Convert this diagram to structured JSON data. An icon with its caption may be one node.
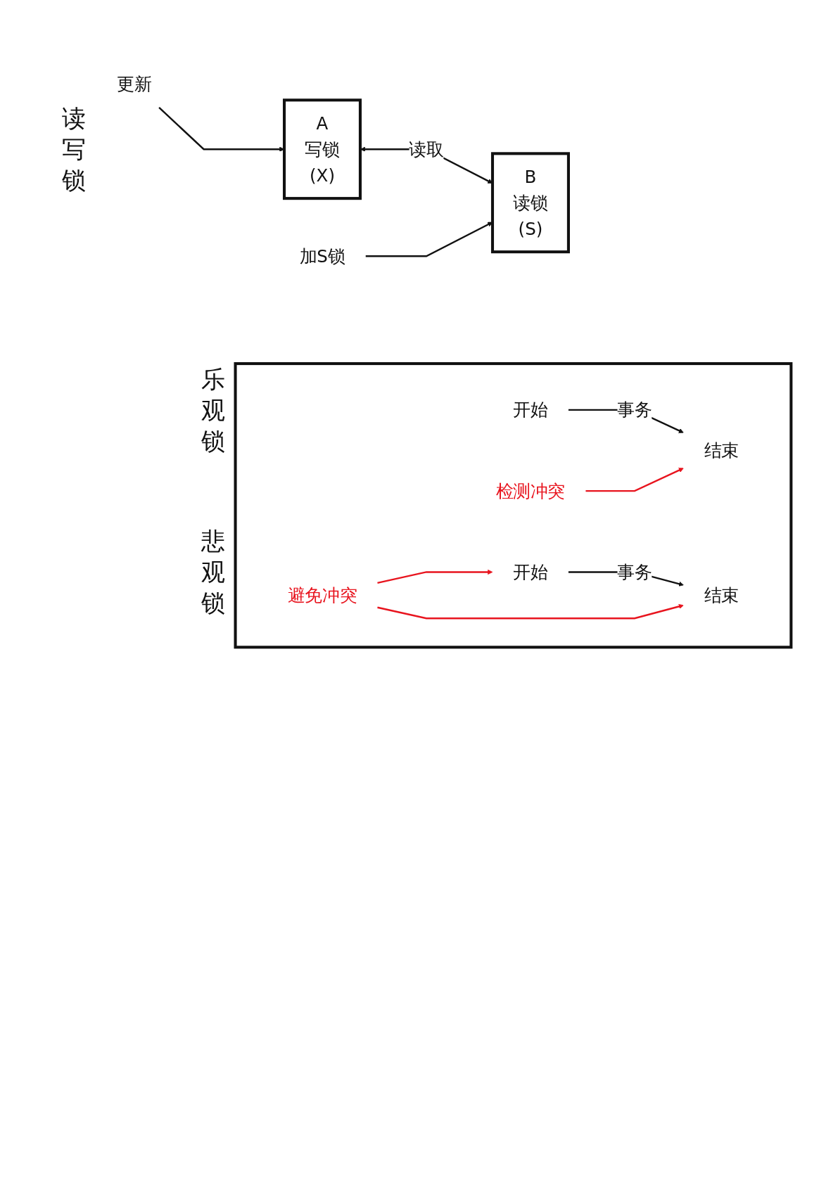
{
  "diagram": {
    "nodes": [
      {
        "text": [
          "A",
          "写锁",
          "(X)"
        ]
      },
      {
        "text": [
          "更新"
        ]
      },
      {
        "text": [
          "B",
          "读锁",
          "(S)"
        ]
      },
      {
        "text": [
          "加S锁"
        ]
      },
      {
        "text": [],
        "shape": "box"
      },
      {
        "text": [
          "检测冲突"
        ],
        "in": 4
      },
      {
        "text": [
          "开始"
        ],
        "in": 4
      },
      {
        "text": [
          "结束"
        ],
        "in": 4
      },
      {
        "text": [
          "避免冲突"
        ],
        "in": 4
      },
      {
        "text": [
          "开始"
        ],
        "in": 4
      },
      {
        "text": [
          "结束"
        ],
        "in": 4
      }
    ],
    "edges": [
      {
        "from": 1,
        "to": 0,
        "arrow": "to"
      },
      {
        "from": 0,
        "to": 2,
        "arrow": "both",
        "label": "读取"
      },
      {
        "from": 3,
        "to": 2,
        "arrow": "to"
      },
      {
        "from": 6,
        "to": 7,
        "arrow": "to",
        "label": "事务"
      },
      {
        "from": 5,
        "to": 7,
        "arrow": "to",
        "color": "#e8141e"
      },
      {
        "from": 9,
        "to": 10,
        "arrow": "to",
        "label": "事务"
      },
      {
        "from": 8,
        "to": 9,
        "arrow": "to",
        "color": "#e8141e"
      },
      {
        "from": 8,
        "to": 10,
        "arrow": "to",
        "color": "#e8141e"
      }
    ],
    "labels": [
      "读写锁",
      "乐观锁",
      "悲观锁"
    ]
  }
}
